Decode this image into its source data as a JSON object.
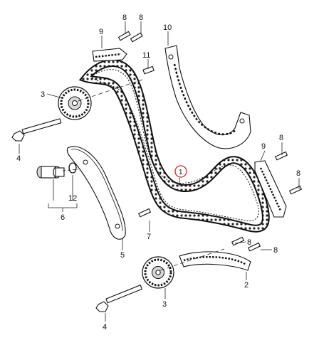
{
  "labels": {
    "l1": "1",
    "l2": "2",
    "l3a": "3",
    "l3b": "3",
    "l4a": "4",
    "l4b": "4",
    "l5": "5",
    "l6": "6",
    "l7": "7",
    "l8a": "8",
    "l8b": "8",
    "l8c": "8",
    "l8d": "8",
    "l8e": "8",
    "l8f": "8",
    "l9a": "9",
    "l9b": "9",
    "l10": "10",
    "l11": "11",
    "l12": "12"
  },
  "colors": {
    "highlight": "#d8232a",
    "line": "#111111"
  }
}
